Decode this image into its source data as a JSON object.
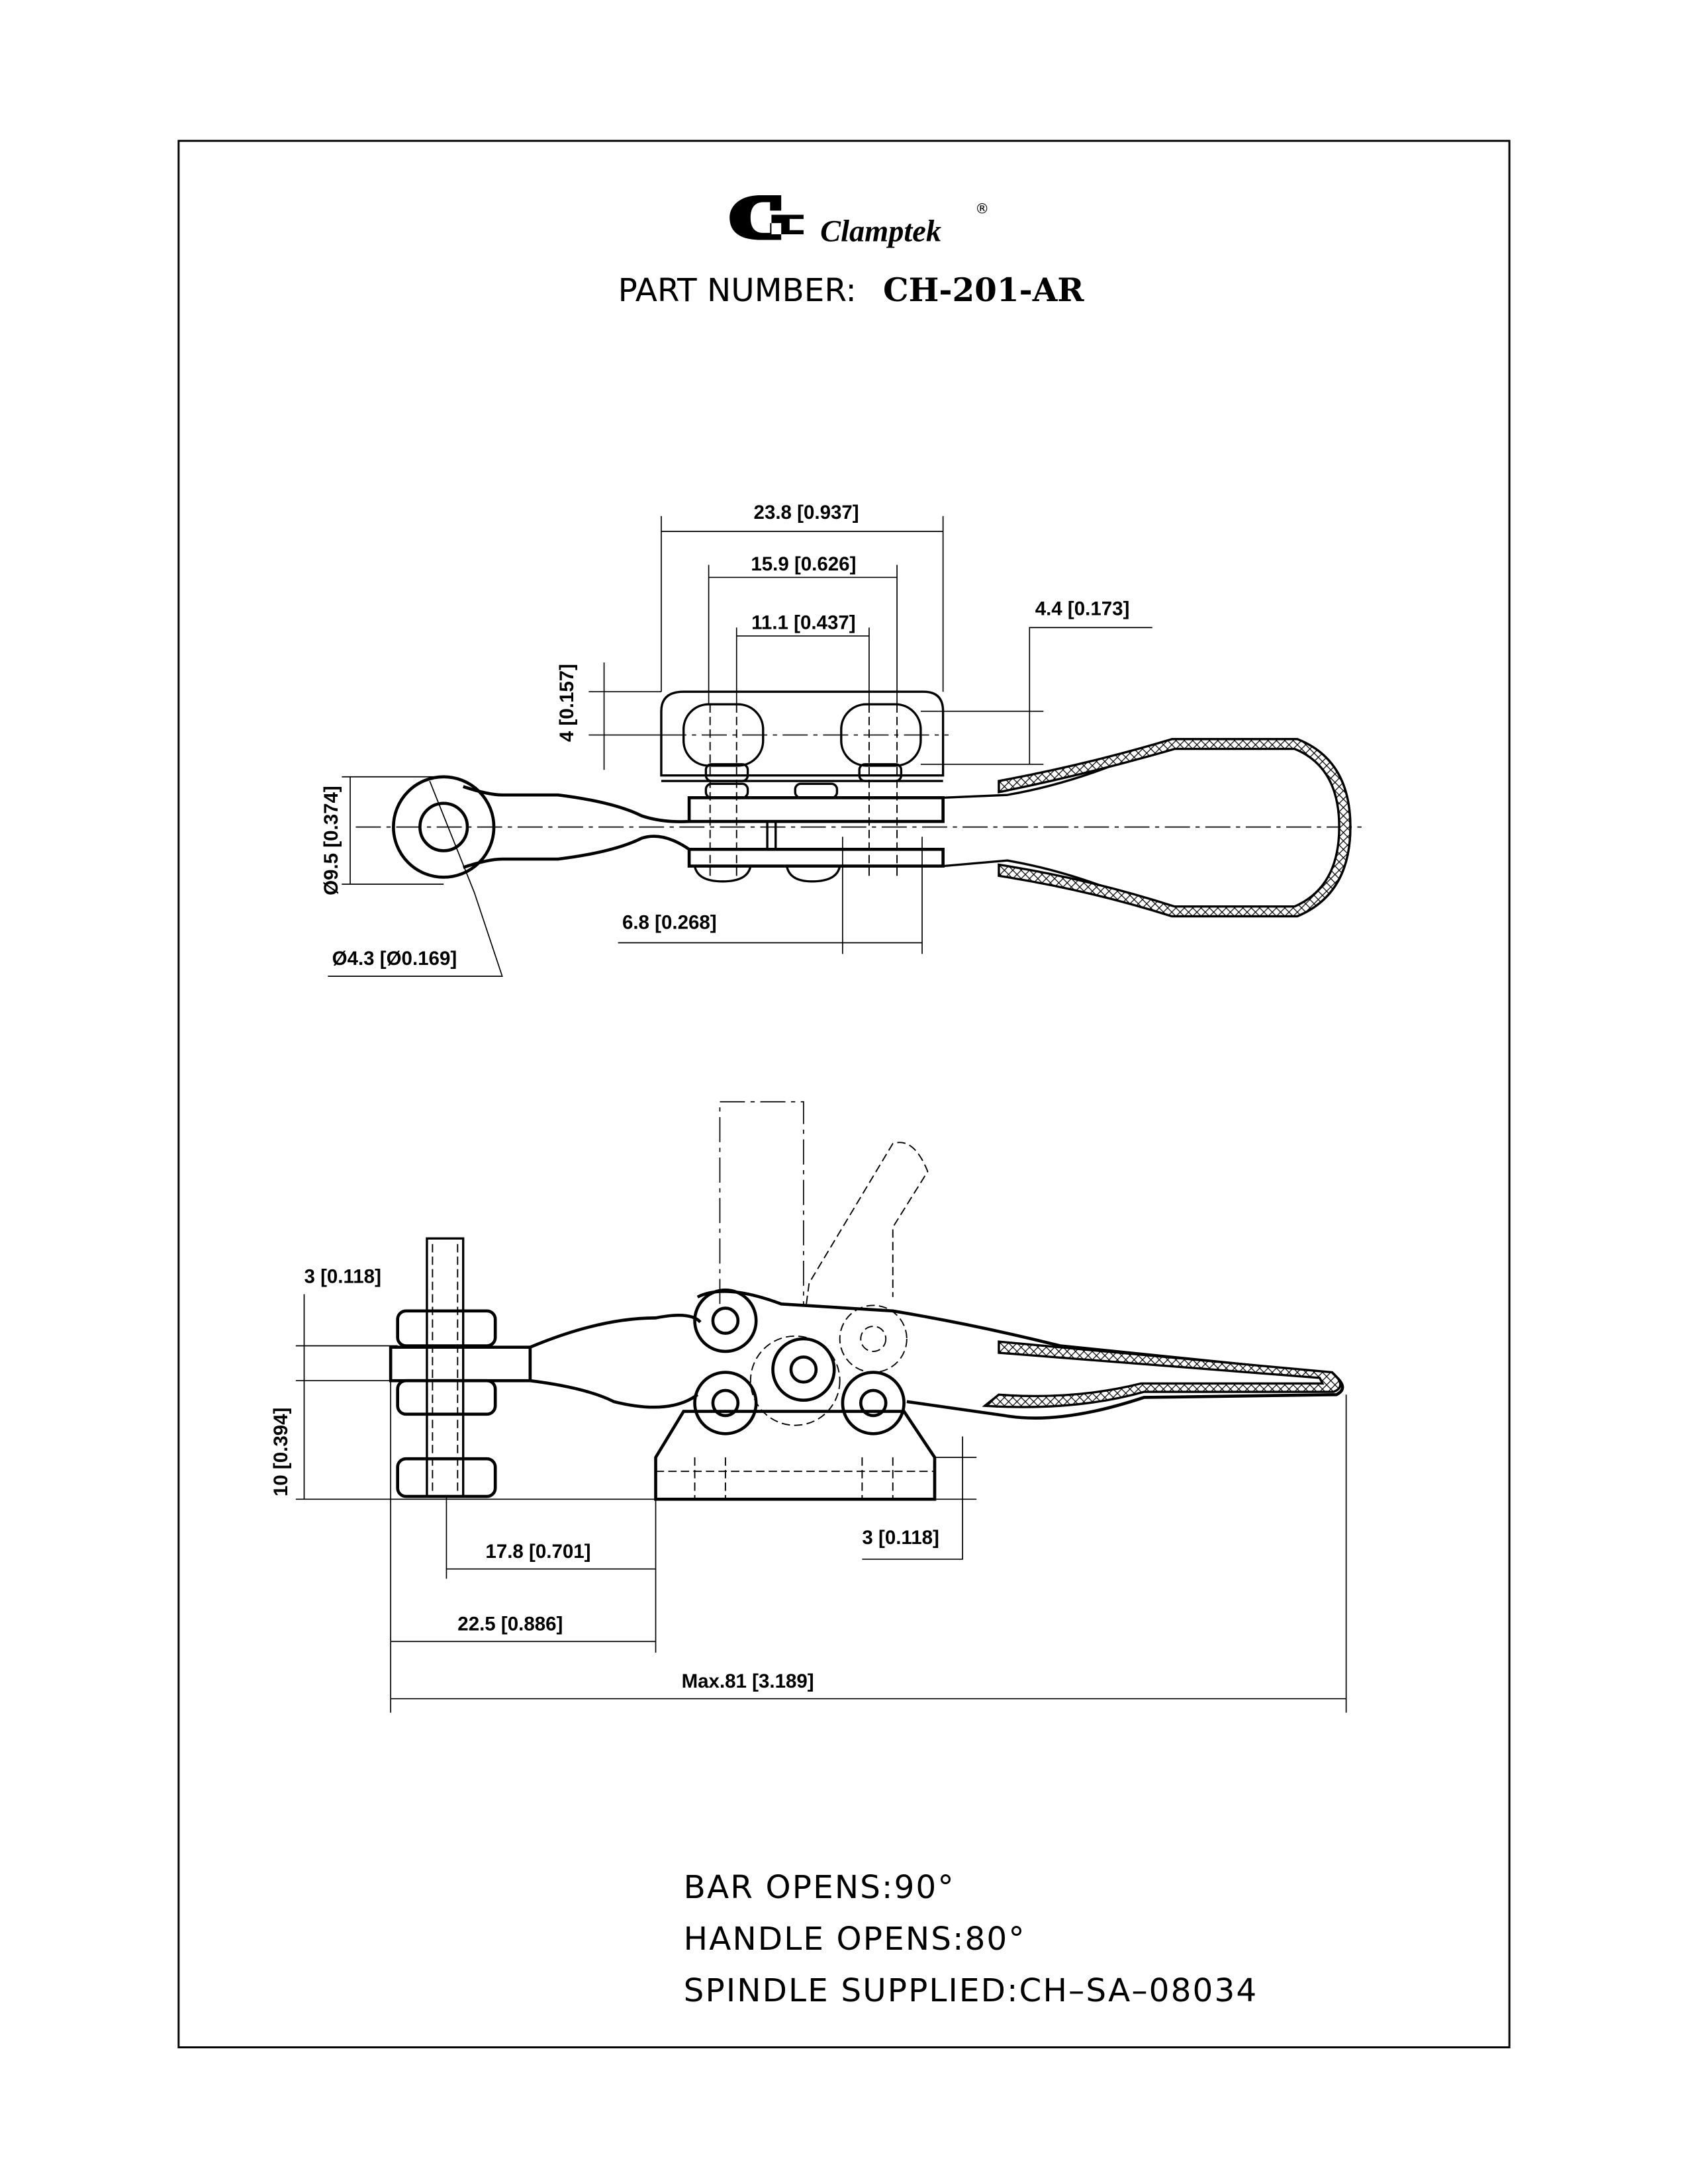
{
  "header": {
    "brand": "Clamptek",
    "registered": "®",
    "part_number_label": "PART NUMBER:",
    "part_number": "CH-201-AR"
  },
  "top_view": {
    "dims": {
      "width_overall": "23.8 [0.937]",
      "slot_pitch_outer": "15.9 [0.626]",
      "slot_pitch_inner": "11.1 [0.437]",
      "slot_offset": "4.4 [0.173]",
      "slot_height": "4 [0.157]",
      "eye_diameter": "Ø9.5 [0.374]",
      "hole_diameter": "Ø4.3 [Ø0.169]",
      "pivot_offset": "6.8 [0.268]"
    }
  },
  "side_view": {
    "dims": {
      "nut_thickness": "3 [0.118]",
      "height": "10 [0.394]",
      "base_thickness": "3 [0.118]",
      "spindle_to_base": "17.8 [0.701]",
      "bar_to_base": "22.5 [0.886]",
      "max_length": "Max.81 [3.189]"
    }
  },
  "notes": [
    "BAR  OPENS:90°",
    "HANDLE  OPENS:80°",
    "SPINDLE  SUPPLIED:CH–SA–08034"
  ]
}
